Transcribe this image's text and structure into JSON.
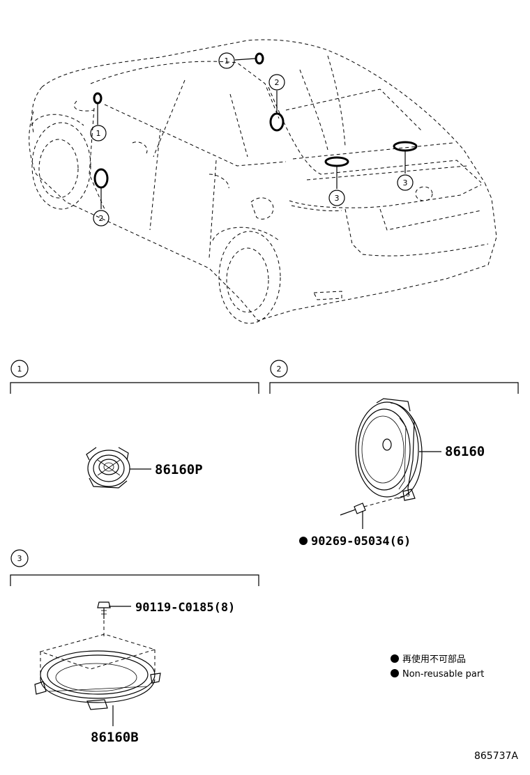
{
  "callouts": {
    "c1": "1",
    "c2": "2",
    "c3": "3"
  },
  "sections": {
    "s1": {
      "number": "1",
      "parts": {
        "speaker": "86160P"
      }
    },
    "s2": {
      "number": "2",
      "parts": {
        "speaker": "86160",
        "screw": "90269-05034(6)"
      }
    },
    "s3": {
      "number": "3",
      "parts": {
        "bolt": "90119-C0185(8)",
        "speaker": "86160B"
      }
    }
  },
  "legend": {
    "japanese": "再使用不可部品",
    "english": "Non-reusable part"
  },
  "illustration_id": "865737A"
}
